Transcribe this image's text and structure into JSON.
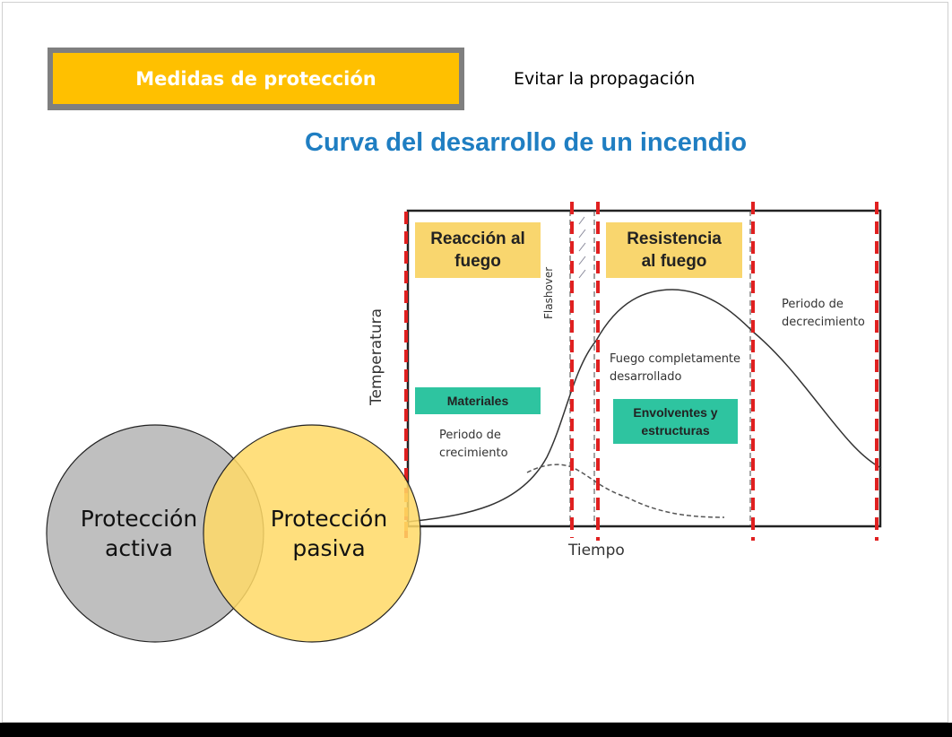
{
  "header": {
    "title": "Medidas de protección",
    "subtitle": "Evitar la propagación"
  },
  "diagram": {
    "title": "Curva del desarrollo de un incendio",
    "y_axis": "Temperatura",
    "x_axis": "Tiempo",
    "phase_boxes": {
      "reaction": "Reacción al fuego",
      "resistance": "Resistencia al fuego",
      "materials": "Materiales",
      "envelopes": "Envolventes y estructuras"
    },
    "labels": {
      "flashover": "Flashover",
      "growth": "Periodo de crecimiento",
      "developed": "Fuego completamente desarrollado",
      "decay": "Periodo de decrecimiento"
    },
    "colors": {
      "yellow_box": "#F9D66E",
      "green_box": "#2EC4A0",
      "red_dash": "#e02020",
      "title": "#1f7ec2"
    }
  },
  "venn": {
    "active": "Protección activa",
    "passive": "Protección pasiva",
    "active_color": "#bfbfbf",
    "passive_color": "#FFD966"
  }
}
